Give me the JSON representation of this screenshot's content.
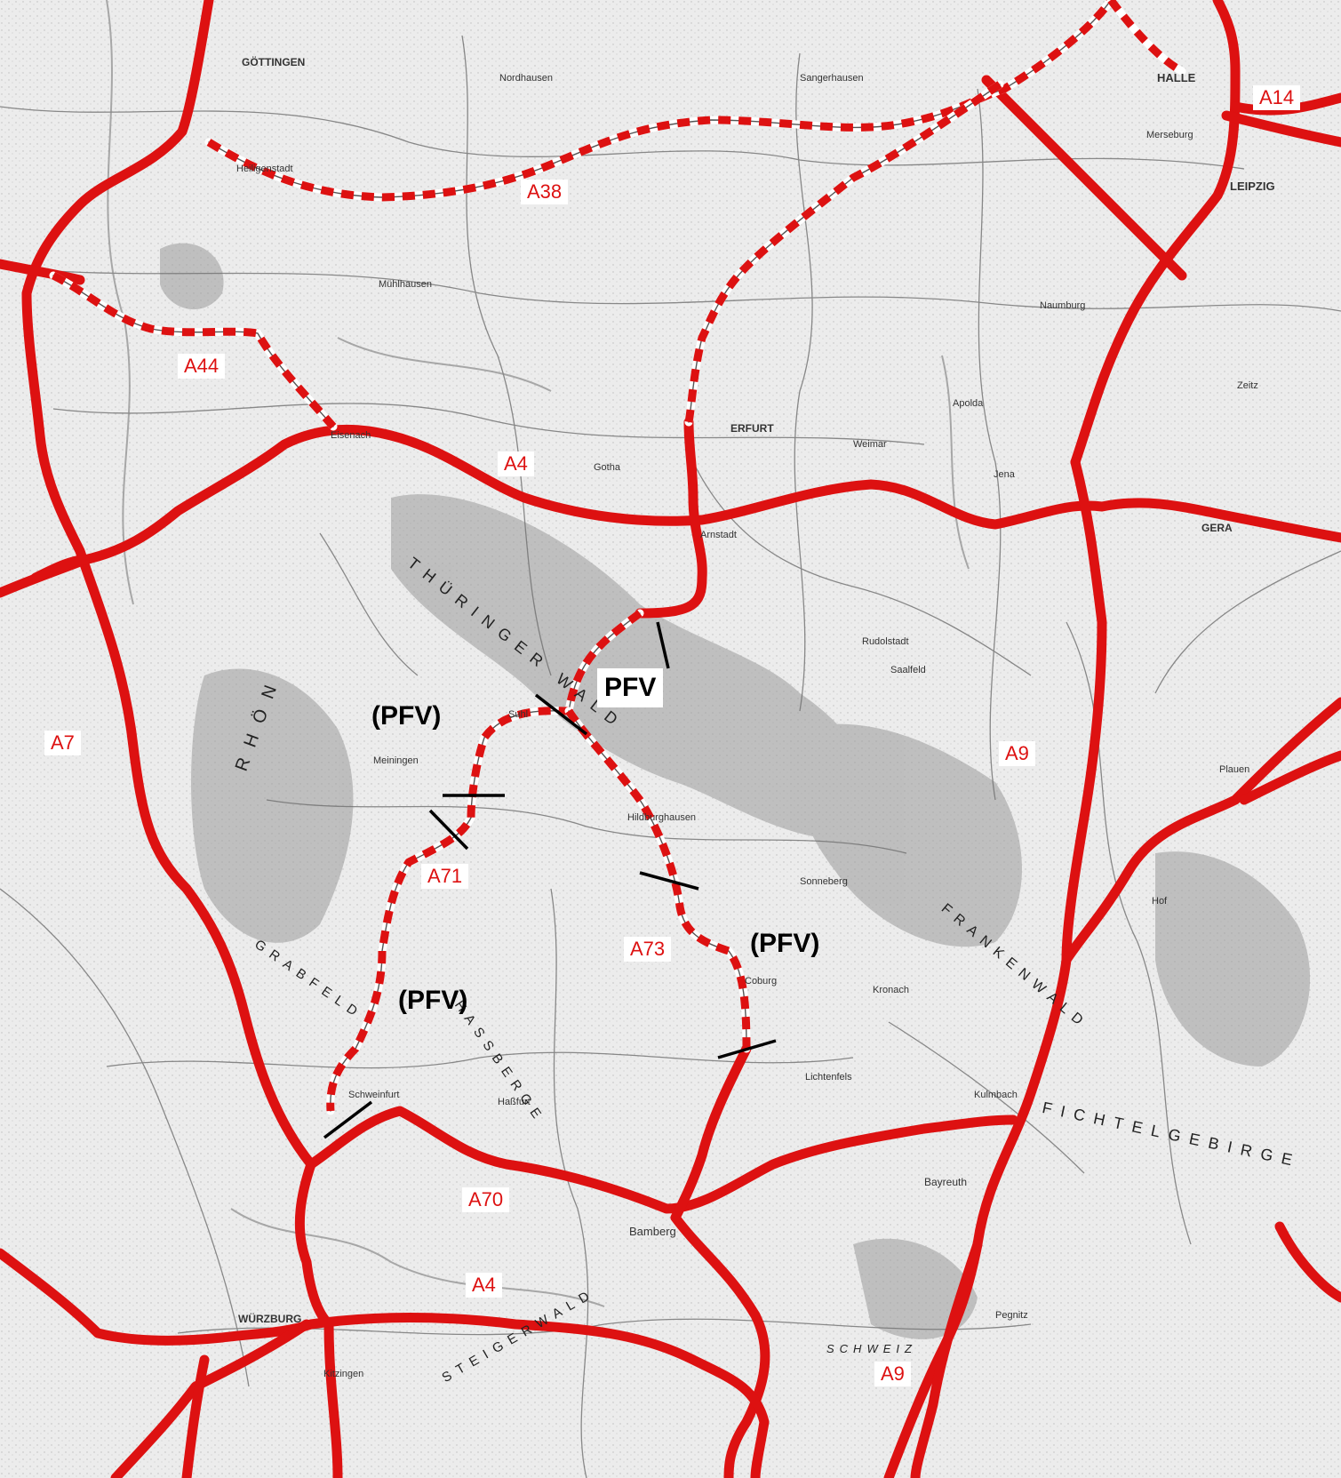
{
  "colors": {
    "road": "#dd1111",
    "label_text": "#dd1111",
    "pfv_text": "#000000",
    "base_map": "#e9e9e9",
    "terrain": "#9a9a9a"
  },
  "road_labels": {
    "a38": "A38",
    "a44": "A44",
    "a4_north": "A4",
    "a14": "A14",
    "a7": "A7",
    "a9_east": "A9",
    "a71": "A71",
    "a73": "A73",
    "a70": "A70",
    "a4_south": "A4",
    "a9_south": "A9"
  },
  "pfv_labels": {
    "pfv_a73_north": "PFV",
    "pfv_a71_north": "(PFV)",
    "pfv_a73_south": "(PFV)",
    "pfv_a71_south": "(PFV)"
  },
  "place_names": {
    "goettingen": "GÖTTINGEN",
    "erfurt": "ERFURT",
    "halle": "HALLE",
    "leipzig": "LEIPZIG",
    "gera": "GERA",
    "bamberg": "Bamberg",
    "wuerzburg": "WÜRZBURG",
    "bayreuth": "Bayreuth",
    "jena": "Jena",
    "weimar": "Weimar",
    "gotha": "Gotha",
    "eisenach": "Eisenach",
    "muehlhausen": "Mühlhausen",
    "meiningen": "Meiningen",
    "suhl": "Suhl",
    "coburg": "Coburg",
    "schweinfurt": "Schweinfurt",
    "hof": "Hof",
    "plauen": "Plauen",
    "zeitz": "Zeitz",
    "apolda": "Apolda",
    "naumburg": "Naumburg",
    "sonneberg": "Sonneberg",
    "kitzingen": "Kitzingen",
    "haßfurt": "Haßfurt",
    "hildburghausen": "Hildburghausen",
    "arnstadt": "Arnstadt",
    "saalfeld": "Saalfeld",
    "rudolstadt": "Rudolstadt",
    "sangerhausen": "Sangerhausen",
    "nordhausen": "Nordhausen",
    "heiligenstadt": "Heiligenstadt",
    "merseburg": "Merseburg",
    "kulmbach": "Kulmbach",
    "lichtenfels": "Lichtenfels",
    "kronach": "Kronach",
    "pegnitz": "Pegnitz",
    "thueringer_wald": "THÜRINGER WALD",
    "rhoen": "RHÖN",
    "frankenwald": "FRANKENWALD",
    "fichtelgebirge": "FICHTELGEBIRGE",
    "grabfeld": "GRABFELD",
    "hassberge": "HASSBERGE",
    "steigerwald": "STEIGERWALD",
    "fraenkische_schweiz": "SCHWEIZ"
  }
}
